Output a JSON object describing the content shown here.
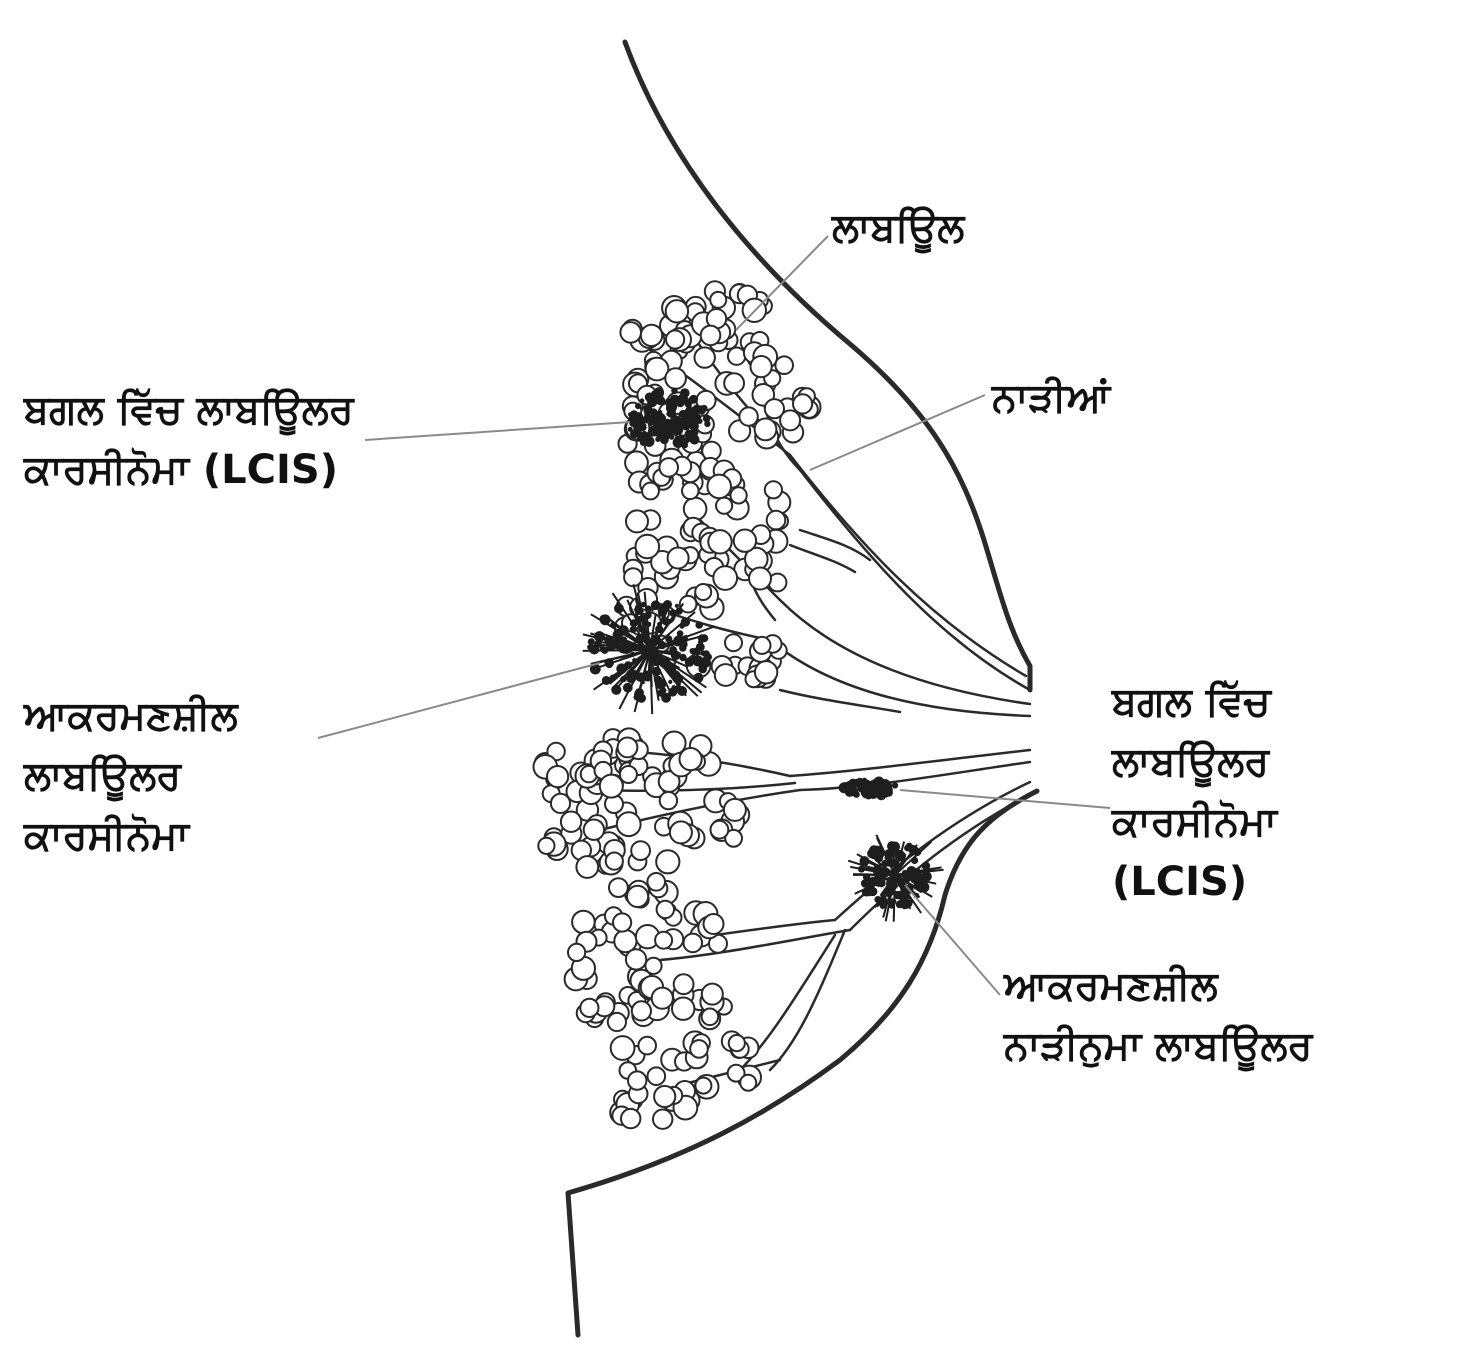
{
  "labels": {
    "lobule": [
      "ਲਾਬਊਿਲ"
    ],
    "ducts": [
      "ਨਾੜੀਆਂ"
    ],
    "lcis_left": [
      "ਬਗਲ ਵਿੱਚ ਲਾਬਊਿਲਰ",
      "ਕਾਰਸੀਨੋਮਾ (LCIS)"
    ],
    "invasive_lobular": [
      "ਆਕਰਮਣਸ਼ੀਲ",
      "ਲਾਬਊਿਲਰ",
      "ਕਾਰਸੀਨੋਮਾ"
    ],
    "lcis_right": [
      "ਬਗਲ ਵਿੱਚ",
      "ਲਾਬਊਿਲਰ",
      "ਕਾਰਸੀਨੋਮਾ",
      "(LCIS)"
    ],
    "invasive_ductolobular": [
      "ਆਕਰਮਣਸ਼ੀਲ",
      "ਨਾੜੀਨੁਮਾ ਲਾਬਊਿਲਰ"
    ]
  },
  "colors": {
    "ink": "#2a2a2a",
    "leader": "#8a8a8a",
    "lesion": "#1e1e1e",
    "background": "#ffffff"
  }
}
